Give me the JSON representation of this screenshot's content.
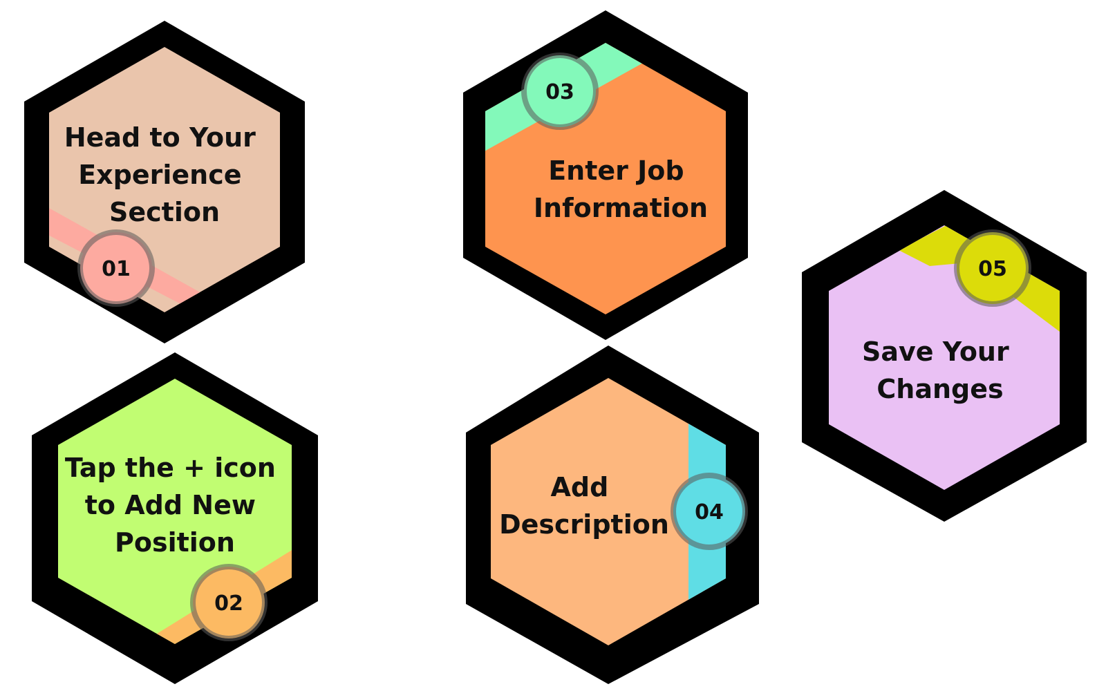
{
  "steps": [
    {
      "number": "01",
      "lines": [
        "Head to Your",
        "Experience",
        "Section"
      ],
      "fill": "#EAC5AC",
      "accent": "#FDAAA0"
    },
    {
      "number": "02",
      "lines": [
        "Tap the + icon",
        "to Add New",
        "Position"
      ],
      "fill": "#C1FD72",
      "accent": "#FCBA63"
    },
    {
      "number": "03",
      "lines": [
        "Enter Job",
        "Information"
      ],
      "fill": "#FE944F",
      "accent": "#83F9BA"
    },
    {
      "number": "04",
      "lines": [
        "Add",
        "Description"
      ],
      "fill": "#FDB77E",
      "accent": "#5FDDE5"
    },
    {
      "number": "05",
      "lines": [
        "Save Your",
        "Changes"
      ],
      "fill": "#EAC1F4",
      "accent": "#DCDC0A"
    }
  ],
  "colors": {
    "outline": "#000000",
    "text": "#111111",
    "badge_ring": "rgba(90,90,90,0.55)"
  }
}
